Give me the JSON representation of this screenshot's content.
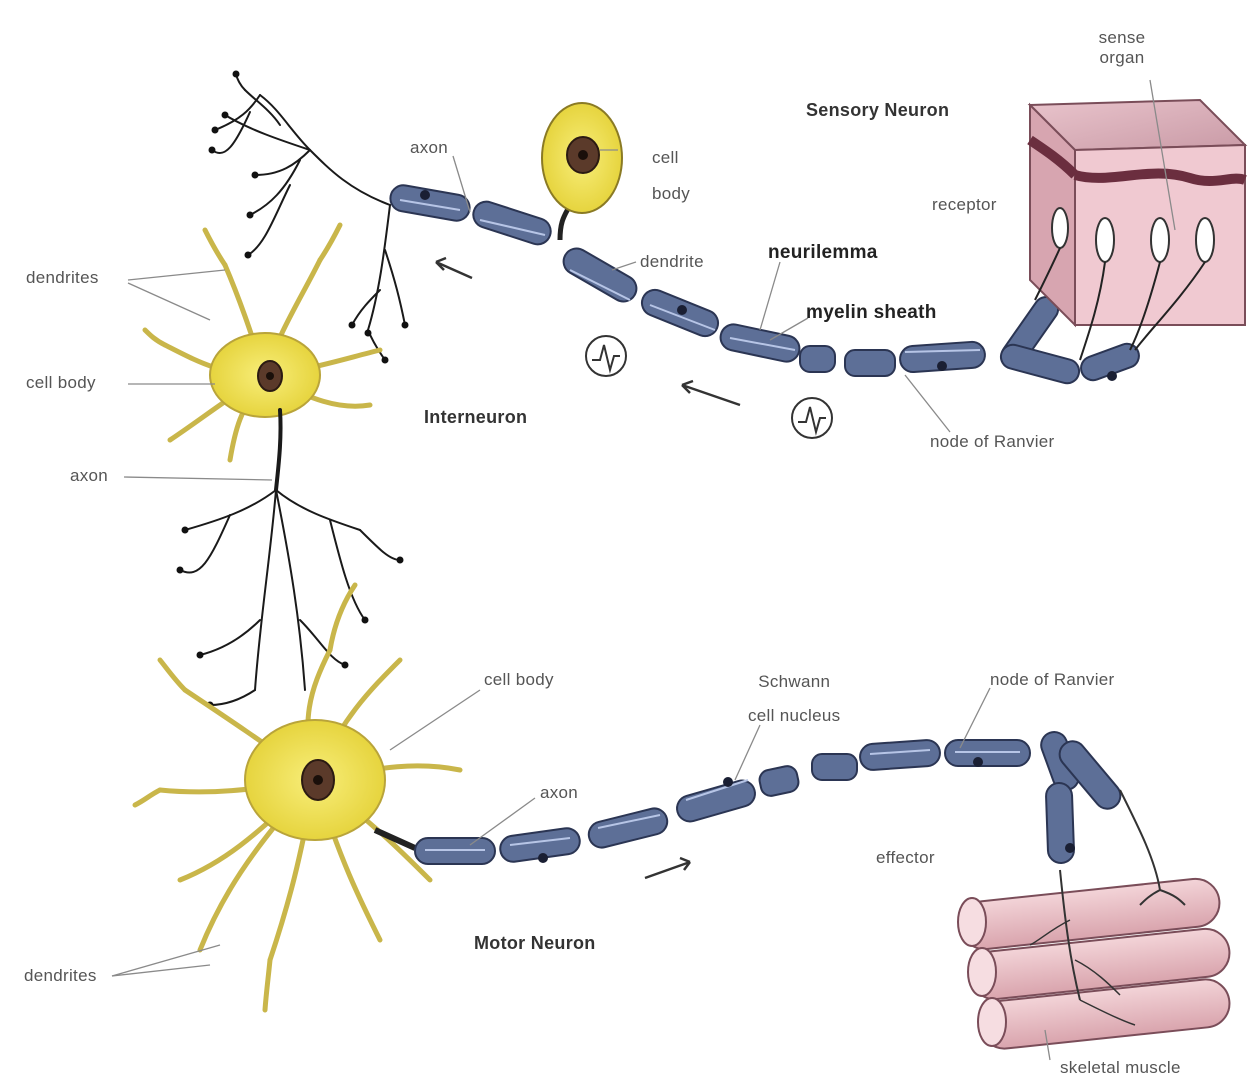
{
  "titles": {
    "sensory": "Sensory Neuron",
    "interneuron": "Interneuron",
    "motor": "Motor Neuron"
  },
  "sensory": {
    "sense_organ": [
      "sense",
      "organ"
    ],
    "receptor": "receptor",
    "axon": "axon",
    "cell_body": [
      "cell",
      "body"
    ],
    "dendrite": "dendrite",
    "neurilemma": "neurilemma",
    "myelin_sheath": "myelin sheath",
    "node_of_ranvier": "node of Ranvier"
  },
  "interneuron": {
    "dendrites": "dendrites",
    "cell_body": "cell body",
    "axon": "axon"
  },
  "motor": {
    "cell_body": "cell body",
    "schwann_cell_nucleus": [
      "Schwann",
      "cell nucleus"
    ],
    "node_of_ranvier": "node of Ranvier",
    "axon": "axon",
    "effector": "effector",
    "dendrites": "dendrites",
    "skeletal_muscle": "skeletal muscle"
  },
  "colors": {
    "cell_body_fill": "#f3e65a",
    "myelin": "#5d6f97",
    "muscle": "#e9c3c9",
    "skin": "#d9a8b4"
  }
}
